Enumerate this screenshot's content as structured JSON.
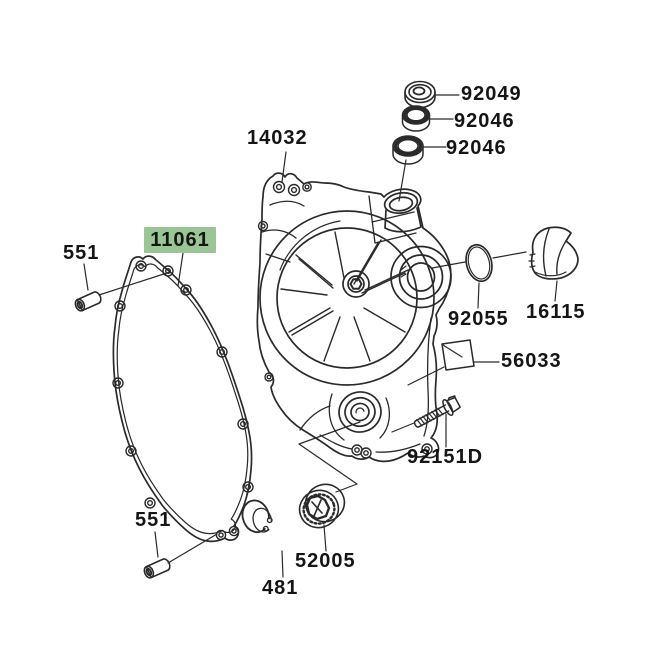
{
  "diagram": {
    "type": "exploded-parts-diagram",
    "subject": "engine right clutch cover assembly",
    "background": "#ffffff",
    "line_color": "#2a2a2a",
    "text_color": "#151515",
    "highlight_color": "#9ac595",
    "parts": [
      {
        "id": "clutch-cover",
        "number": "14032",
        "highlighted": false
      },
      {
        "id": "cover-gasket",
        "number": "11061",
        "highlighted": true
      },
      {
        "id": "dowel-pin-upper",
        "number": "551",
        "highlighted": false
      },
      {
        "id": "dowel-pin-lower",
        "number": "551",
        "highlighted": false
      },
      {
        "id": "oil-seal",
        "number": "92049",
        "highlighted": false
      },
      {
        "id": "bearing-upper",
        "number": "92046",
        "highlighted": false
      },
      {
        "id": "bearing-lower",
        "number": "92046",
        "highlighted": false
      },
      {
        "id": "o-ring",
        "number": "92055",
        "highlighted": false
      },
      {
        "id": "oil-filler-cap",
        "number": "16115",
        "highlighted": false
      },
      {
        "id": "caution-plate",
        "number": "56033",
        "highlighted": false
      },
      {
        "id": "flange-bolt",
        "number": "92151D",
        "highlighted": false
      },
      {
        "id": "oil-sight-glass",
        "number": "52005",
        "highlighted": false
      },
      {
        "id": "circlip",
        "number": "481",
        "highlighted": false
      }
    ]
  }
}
